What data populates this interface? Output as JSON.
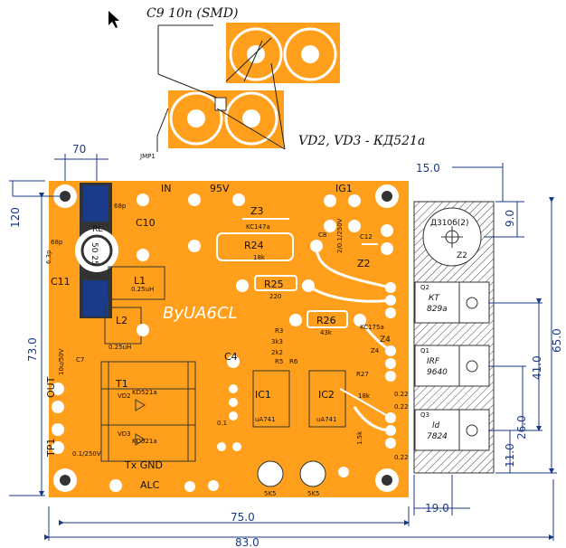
{
  "notes": {
    "c9": "C9 10n (SMD)",
    "vd": "VD2, VD3  - КД521а",
    "jmp": "JMP1"
  },
  "dimensions": {
    "d70": "70",
    "d120": "120",
    "d730": "73.0",
    "d750": "75.0",
    "d830": "83.0",
    "d150": "15.0",
    "d90": "9.0",
    "d650": "65.0",
    "d410": "41.0",
    "d260": "26.0",
    "d110": "11.0",
    "d190": "19.0"
  },
  "board": {
    "watermark": "ByUA6CL",
    "labels": {
      "in": "IN",
      "v95": "95V",
      "z3": "Z3",
      "z2": "Z2",
      "z4": "Z4",
      "ig1": "IG1",
      "c10": "C10",
      "c11": "C11",
      "c4": "C4",
      "c7": "C7",
      "l1": "L1",
      "l2": "L2",
      "t1": "T1",
      "ic1": "IC1",
      "ic2": "IC2",
      "out": "OUT",
      "tp1": "TP1",
      "txgnd": "Tx GND",
      "alc": "ALC",
      "r24": "R24",
      "r25": "R25",
      "r26": "R26",
      "rl": "RL",
      "rlnum": "50 25",
      "r24v": "18k",
      "r25v": "220",
      "r26v": "43k",
      "l1v": "0.25uH",
      "l2v": "0.25uH",
      "vd2": "VD2",
      "vd3": "VD3",
      "kd1": "KD521a",
      "kd2": "KD521a",
      "ic1v": "uA741",
      "ic2v": "uA741",
      "kc1": "KC147a",
      "kc2": "KC175a",
      "c7v": "10u/50V",
      "c8v": "0.1/250V",
      "c10v": "68p",
      "c11v": "6.3p",
      "pf": "68p",
      "c12": "C12",
      "c8": "C8",
      "c8s": "2/0.1/250V",
      "r3": "R3",
      "r5": "R5",
      "r6": "R6",
      "k33": "3k3",
      "k2": "2k2",
      "z4b": "Z4",
      "rr": "R27",
      "r18k": "18k",
      "c022a": "0.22",
      "c022b": "0.22",
      "c022c": "0.22",
      "k15": "1.5k",
      "vr1": "5K5",
      "vr2": "5K5",
      "c01": "0.1"
    }
  },
  "heatsink": {
    "diode_top": "Д310б(2)",
    "z2": "Z2",
    "q1": [
      "Q2",
      "КТ",
      "829а"
    ],
    "q2": [
      "Q1",
      "IRF",
      "9640"
    ],
    "q3": [
      "Q3",
      "ld",
      "7824"
    ]
  },
  "colors": {
    "board": "#ff9f1c",
    "copper": "#ffffff",
    "dim": "#1a3a8a",
    "hatch": "#444444"
  }
}
